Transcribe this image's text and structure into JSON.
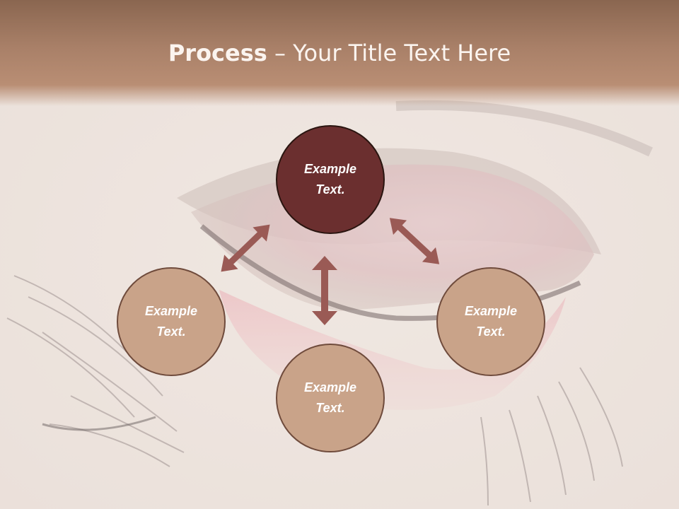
{
  "slide": {
    "title_bold": "Process",
    "title_rest": " – Your Title Text Here"
  },
  "nodes": {
    "top": {
      "line1": "Example",
      "line2": "Text."
    },
    "left": {
      "line1": "Example",
      "line2": "Text."
    },
    "bottom": {
      "line1": "Example",
      "line2": "Text."
    },
    "right": {
      "line1": "Example",
      "line2": "Text."
    }
  },
  "colors": {
    "center_node": "#6b2f2f",
    "outer_node": "#c9a389",
    "arrow": "#9a5a55",
    "header": "#a98068"
  },
  "icons": {
    "arrows": "double-headed-arrow"
  }
}
